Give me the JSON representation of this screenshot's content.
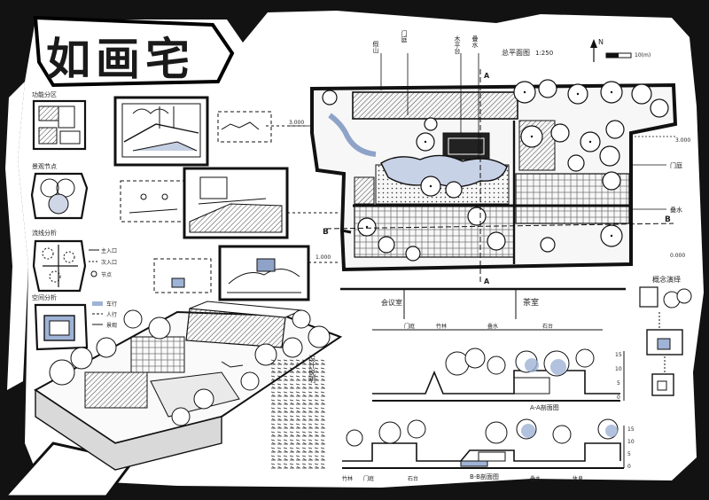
{
  "title": "如画宅",
  "colors": {
    "paper": "#ffffff",
    "ink": "#141414",
    "frame": "#111111",
    "water": "#8fa3c8",
    "wash": "#b9c4d8",
    "hatch": "#555555"
  },
  "masterplan": {
    "heading": "总平面图",
    "scale": "1:250",
    "north": "N",
    "scalebar_unit": "10(m)",
    "top_labels": [
      "假山",
      "门庭",
      "木平台",
      "叠水"
    ],
    "right_labels": [
      "门庭",
      "叠水"
    ],
    "level_marks": [
      "3.000",
      "3.000",
      "1.000",
      "0.000"
    ],
    "section_marks": [
      "A",
      "A",
      "B",
      "B"
    ]
  },
  "sections": {
    "a_title": "A-A剖面图",
    "b_title": "B-B剖面图",
    "a_zones": [
      "会议室",
      "茶室"
    ],
    "a_labels": [
      "门庭",
      "竹林",
      "叠水",
      "石台"
    ],
    "b_labels": [
      "竹林",
      "门庭",
      "石台",
      "叠水",
      "休息"
    ],
    "scale_ticks": [
      "15",
      "10",
      "5",
      "0"
    ]
  },
  "analysis": {
    "titles": [
      "功能分区",
      "景观节点",
      "流线分析",
      "空间分析"
    ],
    "legend": [
      "主入口",
      "次入口",
      "节点",
      "车行",
      "人行",
      "景观"
    ]
  },
  "concept": {
    "heading": "概念演绎"
  },
  "design_notes": {
    "heading": "设计说明"
  }
}
